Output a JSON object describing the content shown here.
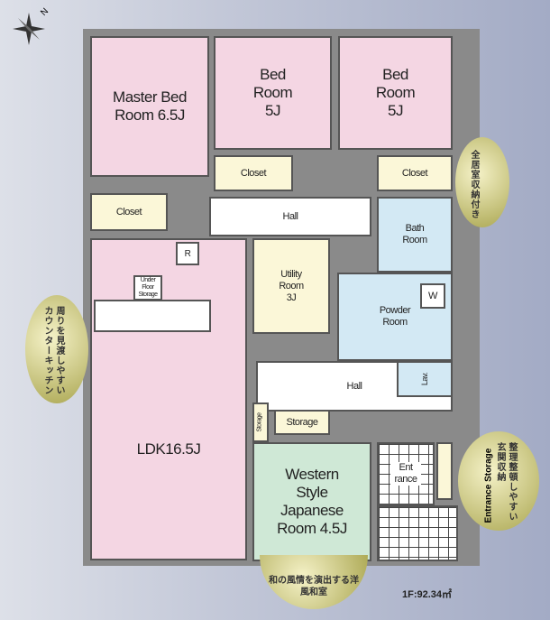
{
  "compass": {
    "label": "N"
  },
  "rooms": {
    "master": "Master Bed Room 6.5J",
    "bed1": "Bed Room 5J",
    "bed2": "Bed Room 5J",
    "closet1": "Closet",
    "closet2": "Closet",
    "closet3": "Closet",
    "hall_top": "Hall",
    "bath": "Bath Room",
    "utility": "Utility Room 3J",
    "powder": "Powder Room",
    "w": "W",
    "r": "R",
    "underfloor": "Under Floor Storage",
    "ldk": "LDK16.5J",
    "hall_lower": "Hall",
    "lav": "Lav.",
    "storage_small": "Storage",
    "storage": "Storage",
    "japanese": "Western Style Japanese Room 4.5J",
    "entrance": "Ent rance"
  },
  "callouts": {
    "closets": "全居室収納付き",
    "kitchen": "周りを見渡しやすいカウンターキッチン",
    "entrance_jp": "整理整頓しやすい玄関収納",
    "entrance_en": "Entrance Storage",
    "japanese": "和の風情を演出する洋風和室"
  },
  "area": "1F:92.34㎡"
}
